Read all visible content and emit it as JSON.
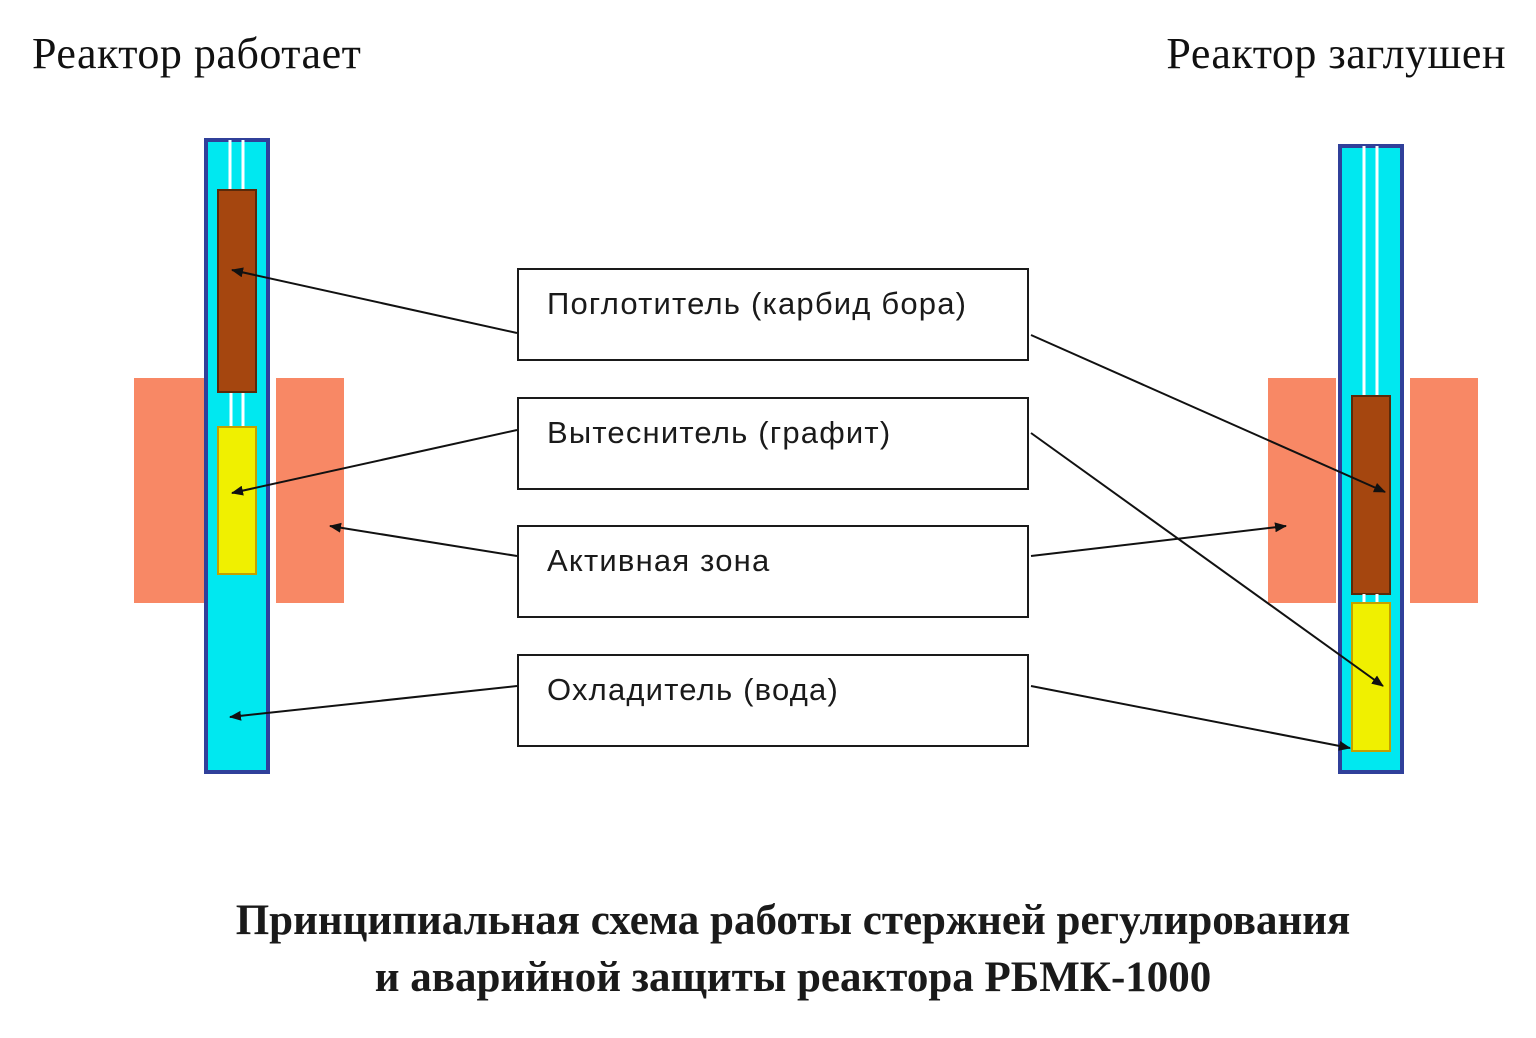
{
  "headings": {
    "left": "Реактор работает",
    "right": "Реактор заглушен"
  },
  "labels": {
    "absorber": "Поглотитель (карбид бора)",
    "displacer": "Вытеснитель (графит)",
    "core": "Активная зона",
    "coolant": "Охладитель (вода)"
  },
  "caption": {
    "line1": "Принципиальная схема работы стержней регулирования",
    "line2": "и аварийной защиты реактора РБМК-1000"
  },
  "colors": {
    "core": "#f88865",
    "channel_water": "#00e8f0",
    "channel_wall": "#30409a",
    "absorber": "#a5460f",
    "displacer": "#f0f000",
    "arrow": "#111111",
    "text": "#1a1a1a"
  }
}
